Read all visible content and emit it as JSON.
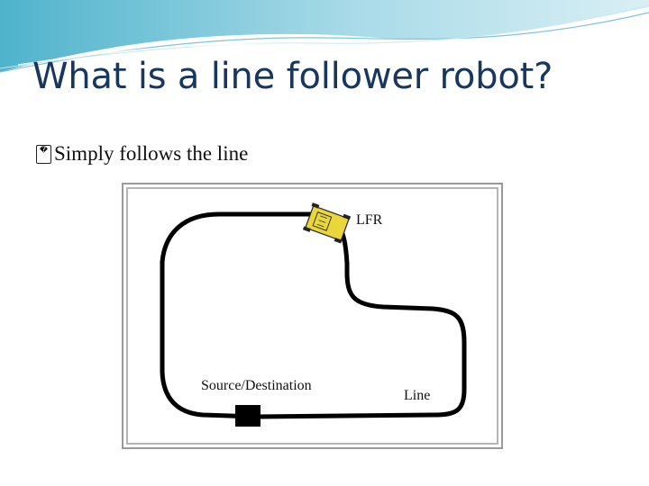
{
  "slide": {
    "title": "What is a line follower robot?",
    "bullet_marker": "�",
    "bullet_text": "Simply follows the line"
  },
  "diagram": {
    "labels": {
      "robot": "LFR",
      "start": "Source/Destination",
      "track": "Line"
    },
    "colors": {
      "robot_body": "#e8d63a",
      "track": "#000000",
      "frame": "#9a9a9a",
      "title": "#17375e"
    },
    "icons": [
      "robot-icon",
      "start-marker-icon"
    ]
  }
}
